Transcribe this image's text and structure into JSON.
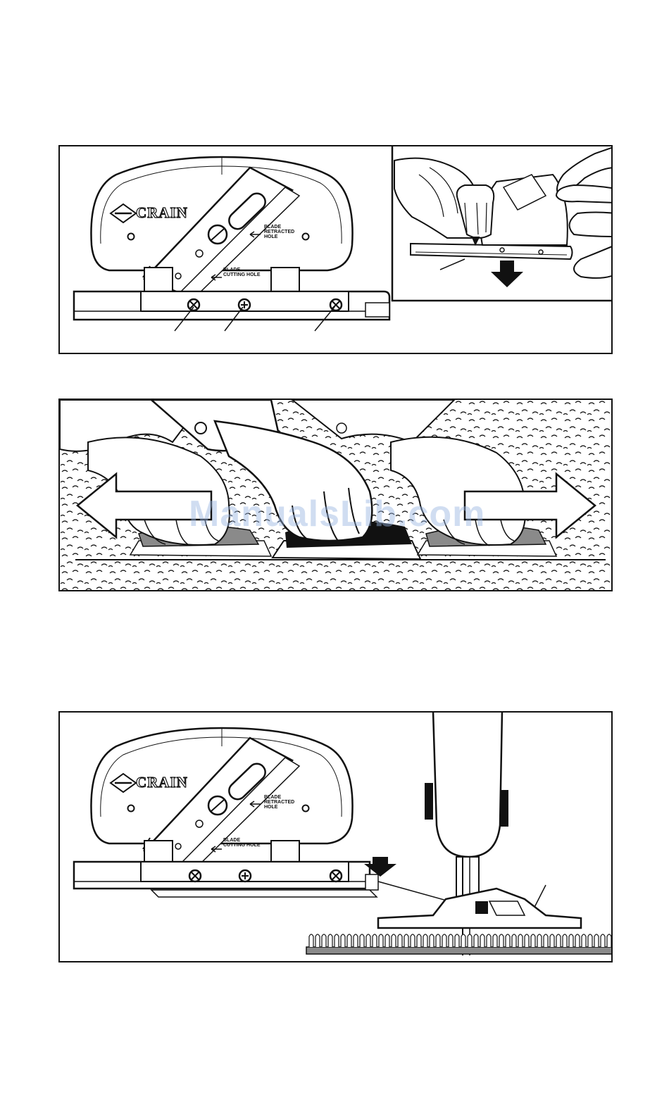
{
  "figure_1": {
    "brand": "CRAIN",
    "label_retracted": "BLADE\nRETRACTED\nHOLE",
    "label_cutting": "BLADE\nCUTTING HOLE"
  },
  "figure_3": {
    "brand": "CRAIN",
    "label_retracted": "BLADE\nRETRACTED\nHOLE",
    "label_cutting": "BLADE\nCUTTING HOLE"
  },
  "watermark": "ManualsLib.com",
  "icons": {
    "arrow_down": "arrow-down-icon",
    "arrow_left": "arrow-left-icon",
    "arrow_right": "arrow-right-icon",
    "screw": "screw-icon"
  },
  "colors": {
    "ink": "#111111",
    "paper": "#ffffff",
    "shade": "#8a8a8a",
    "watermark": "#96b4e1"
  }
}
